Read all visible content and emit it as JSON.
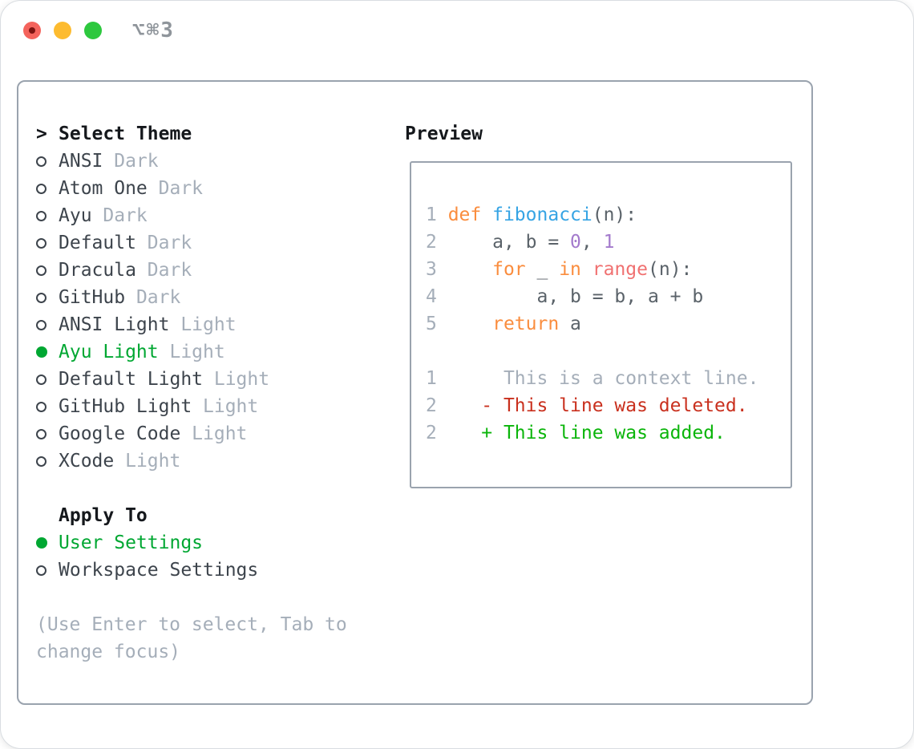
{
  "window": {
    "title": "⌥⌘3",
    "traffic_lights": [
      "close",
      "minimize",
      "zoom"
    ]
  },
  "colors": {
    "heading": "#15181c",
    "text": "#3d444c",
    "muted": "#a5aeb9",
    "border": "#9aa3ae",
    "green": "#00a732",
    "code_text": "#5a6269",
    "keyword": "#fa8d3e",
    "function": "#36a4e4",
    "call": "#f07171",
    "number": "#a37acc",
    "diff_add": "#0bb50b",
    "diff_del": "#c9301e",
    "traffic_red": "#f4635c",
    "traffic_red_dot": "#7d1310",
    "traffic_yellow": "#fdbb2f",
    "traffic_green": "#2dc83e",
    "title": "#8f959b"
  },
  "theme_list": {
    "prompt": ">",
    "header": "Select Theme",
    "items": [
      {
        "name": "ANSI",
        "variant": "Dark",
        "selected": false
      },
      {
        "name": "Atom One",
        "variant": "Dark",
        "selected": false
      },
      {
        "name": "Ayu",
        "variant": "Dark",
        "selected": false
      },
      {
        "name": "Default",
        "variant": "Dark",
        "selected": false
      },
      {
        "name": "Dracula",
        "variant": "Dark",
        "selected": false
      },
      {
        "name": "GitHub",
        "variant": "Dark",
        "selected": false
      },
      {
        "name": "ANSI Light",
        "variant": "Light",
        "selected": false
      },
      {
        "name": "Ayu Light",
        "variant": "Light",
        "selected": true
      },
      {
        "name": "Default Light",
        "variant": "Light",
        "selected": false
      },
      {
        "name": "GitHub Light",
        "variant": "Light",
        "selected": false
      },
      {
        "name": "Google Code",
        "variant": "Light",
        "selected": false
      },
      {
        "name": "XCode",
        "variant": "Light",
        "selected": false
      }
    ]
  },
  "apply_to": {
    "header": "Apply To",
    "options": [
      {
        "label": "User Settings",
        "selected": true
      },
      {
        "label": "Workspace Settings",
        "selected": false
      }
    ]
  },
  "help_lines": [
    "(Use Enter to select, Tab to",
    "change focus)"
  ],
  "preview": {
    "header": "Preview",
    "lines": [
      {
        "kind": "code",
        "tokens": [
          [
            "ln",
            "1 "
          ],
          [
            "kw",
            "def"
          ],
          [
            "code",
            " "
          ],
          [
            "fn",
            "fibonacci"
          ],
          [
            "code",
            "(n):"
          ]
        ]
      },
      {
        "kind": "code",
        "tokens": [
          [
            "ln",
            "2 "
          ],
          [
            "code",
            "    a, b = "
          ],
          [
            "num",
            "0"
          ],
          [
            "code",
            ", "
          ],
          [
            "num",
            "1"
          ]
        ]
      },
      {
        "kind": "code",
        "tokens": [
          [
            "ln",
            "3 "
          ],
          [
            "code",
            "    "
          ],
          [
            "kw",
            "for"
          ],
          [
            "code",
            " _ "
          ],
          [
            "kw",
            "in"
          ],
          [
            "code",
            " "
          ],
          [
            "call",
            "range"
          ],
          [
            "code",
            "(n):"
          ]
        ]
      },
      {
        "kind": "code",
        "tokens": [
          [
            "ln",
            "4 "
          ],
          [
            "code",
            "        a, b = b, a + b"
          ]
        ]
      },
      {
        "kind": "code",
        "tokens": [
          [
            "ln",
            "5 "
          ],
          [
            "code",
            "    "
          ],
          [
            "kw",
            "return"
          ],
          [
            "code",
            " a"
          ]
        ]
      },
      {
        "kind": "blank",
        "tokens": []
      },
      {
        "kind": "diff-context",
        "tokens": [
          [
            "ln",
            "1 "
          ],
          [
            "ctx",
            "     This is a context line."
          ]
        ]
      },
      {
        "kind": "diff-deleted",
        "tokens": [
          [
            "ln",
            "2 "
          ],
          [
            "del",
            "   - This line was deleted."
          ]
        ]
      },
      {
        "kind": "diff-added",
        "tokens": [
          [
            "ln",
            "2 "
          ],
          [
            "add",
            "   + This line was added."
          ]
        ]
      }
    ]
  }
}
